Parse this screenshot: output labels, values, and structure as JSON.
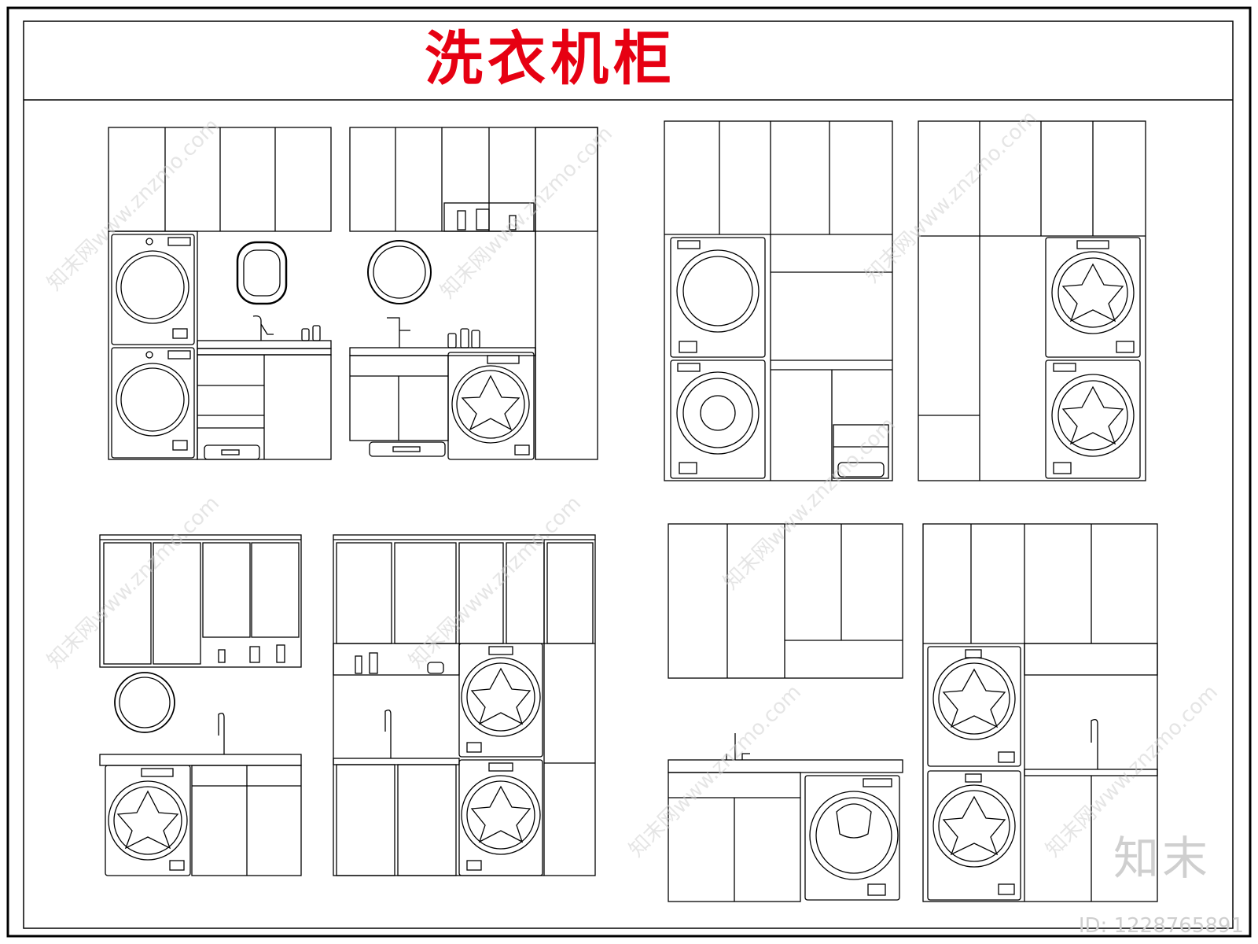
{
  "header": {
    "title": "洗衣机柜"
  },
  "watermark": {
    "text": "知末网www.znzmo.com",
    "logo": "知末",
    "id_label": "ID: 1228765891"
  },
  "drawings": [
    {
      "kind": "laundry-cabinet-elevation",
      "layout": "stacked-dryer-washer-left-sink-right"
    },
    {
      "kind": "laundry-cabinet-elevation",
      "layout": "sink-left-washer-right-tall-cabinet"
    },
    {
      "kind": "laundry-cabinet-elevation",
      "layout": "stacked-washers-left-tall-cabinets-right"
    },
    {
      "kind": "laundry-cabinet-elevation",
      "layout": "tall-cabinets-left-stacked-washers-right"
    },
    {
      "kind": "laundry-cabinet-elevation",
      "layout": "washer-under-counter-with-upper-shelving"
    },
    {
      "kind": "laundry-cabinet-elevation",
      "layout": "sink-cabinet-with-stacked-washers-column"
    },
    {
      "kind": "laundry-cabinet-elevation",
      "layout": "sink-cabinet-with-front-load-washer"
    },
    {
      "kind": "laundry-cabinet-elevation",
      "layout": "stacked-washers-with-sink-cabinet"
    }
  ],
  "colors": {
    "line": "#000000",
    "title": "#e60012",
    "background": "#ffffff",
    "watermark": "#d0d0d0"
  }
}
